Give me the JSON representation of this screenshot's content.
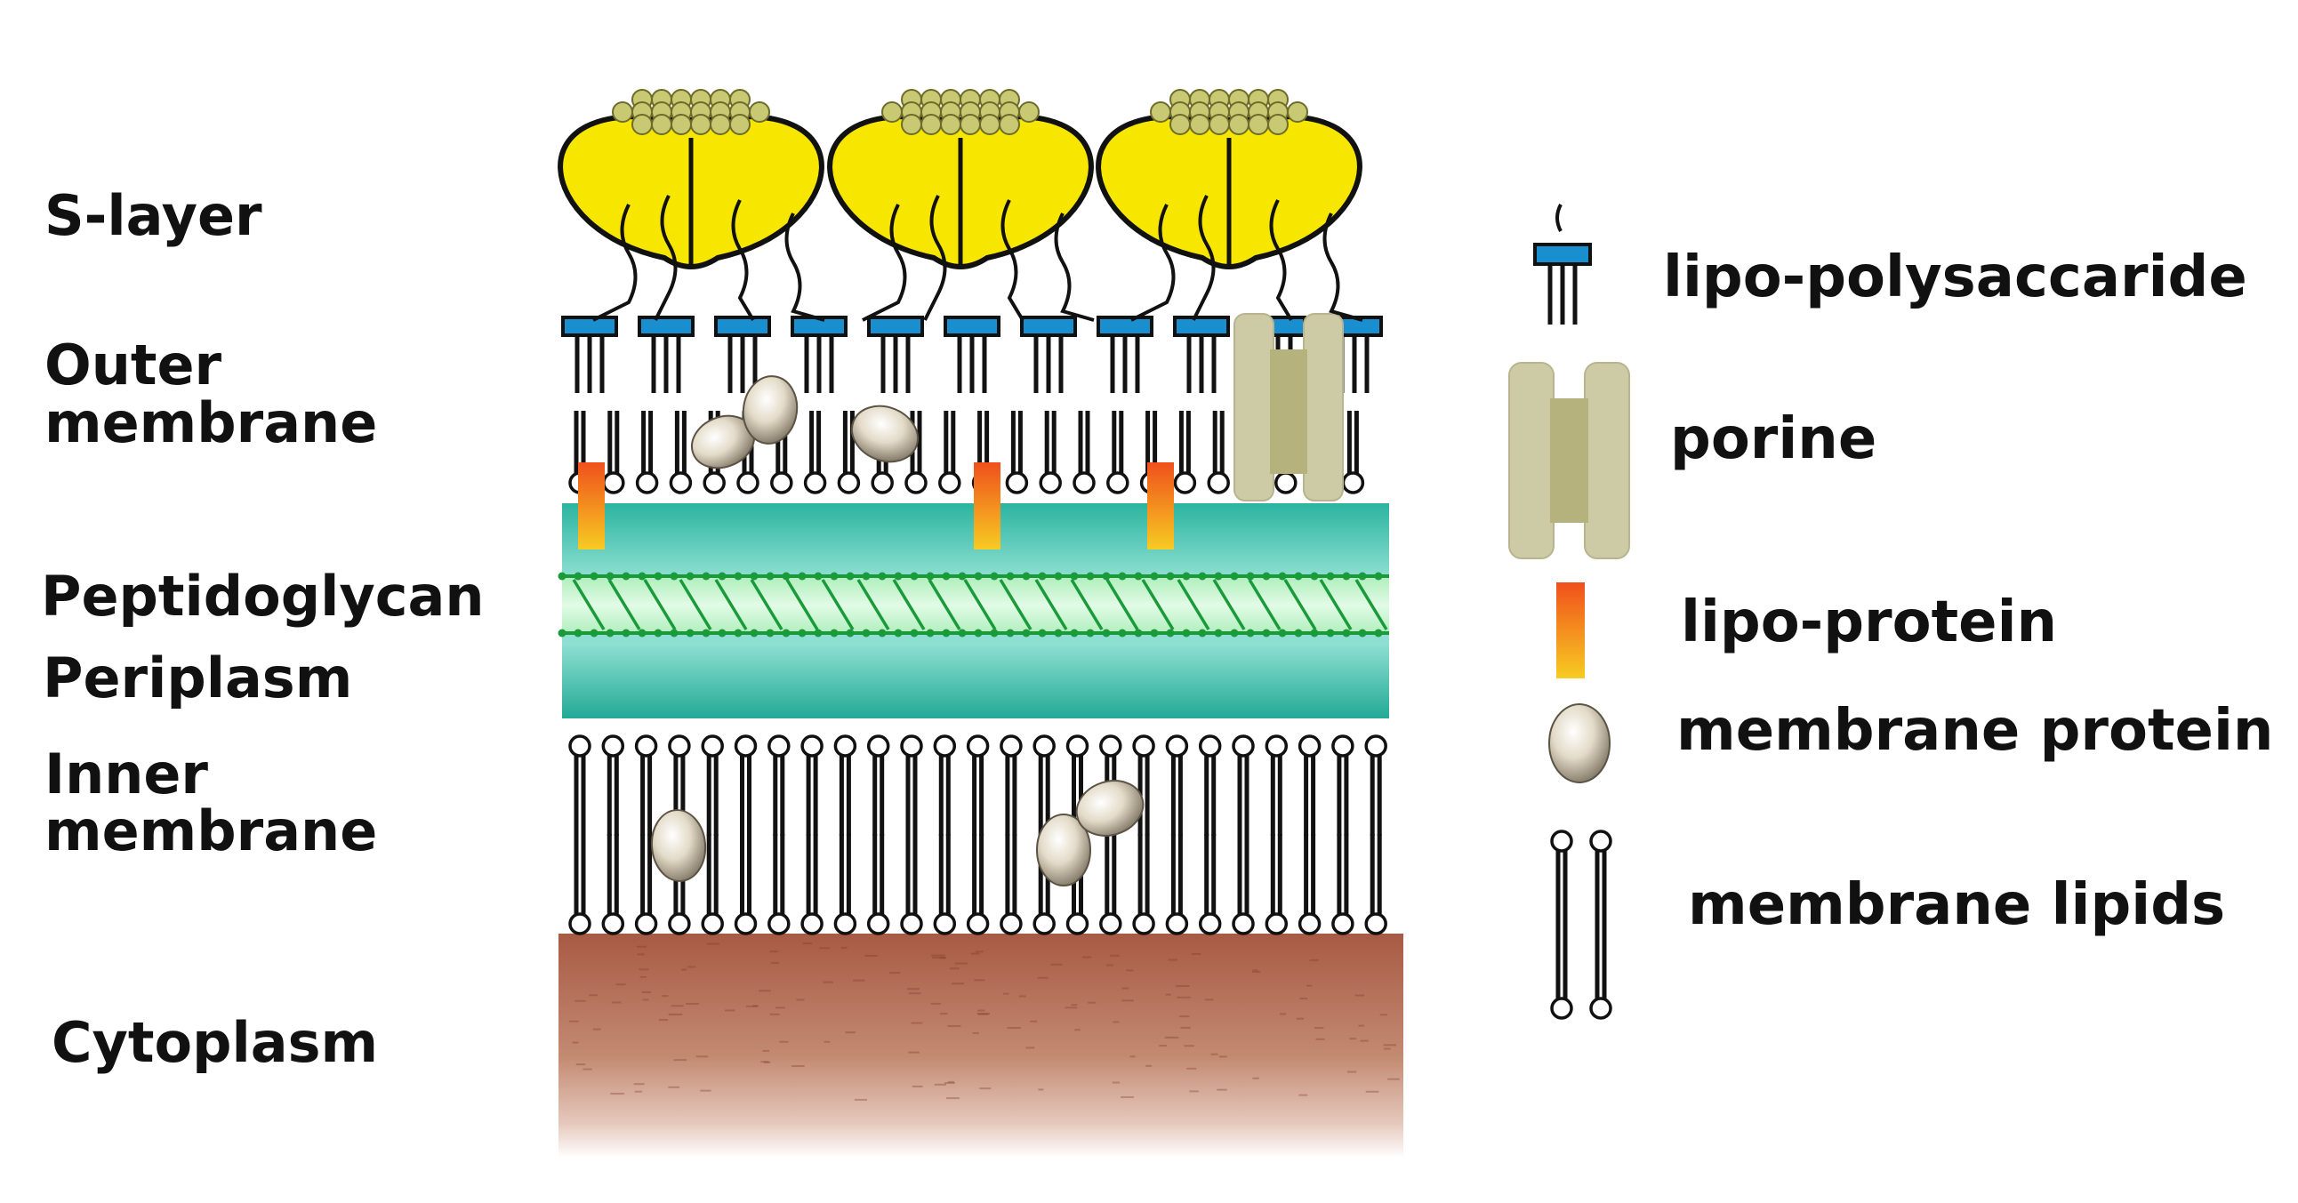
{
  "layers": {
    "s_layer": "S-layer",
    "outer_membrane_1": "Outer",
    "outer_membrane_2": "membrane",
    "peptidoglycan": "Peptidoglycan",
    "periplasm": "Periplasm",
    "inner_membrane_1": "Inner",
    "inner_membrane_2": "membrane",
    "cytoplasm": "Cytoplasm"
  },
  "legend": {
    "lps": "lipo-polysaccaride",
    "porine": "porine",
    "lipoprotein": "lipo-protein",
    "membrane_protein": "membrane protein",
    "membrane_lipids": "membrane lipids"
  },
  "colors": {
    "s_layer_yellow": "#f7e600",
    "s_layer_cap": "#c9c873",
    "lps_blue": "#1a8fd0",
    "porine": "#cdcba6",
    "porine_inner": "#b6b27e",
    "lipoprotein_top": "#f0541c",
    "lipoprotein_bottom": "#f7c61e",
    "periplasm_teal": "#26b5a2",
    "peptidoglycan_green": "#b8f0c4",
    "peptidoglycan_strand": "#1a9a3a",
    "cytoplasm": "#b56b52"
  }
}
